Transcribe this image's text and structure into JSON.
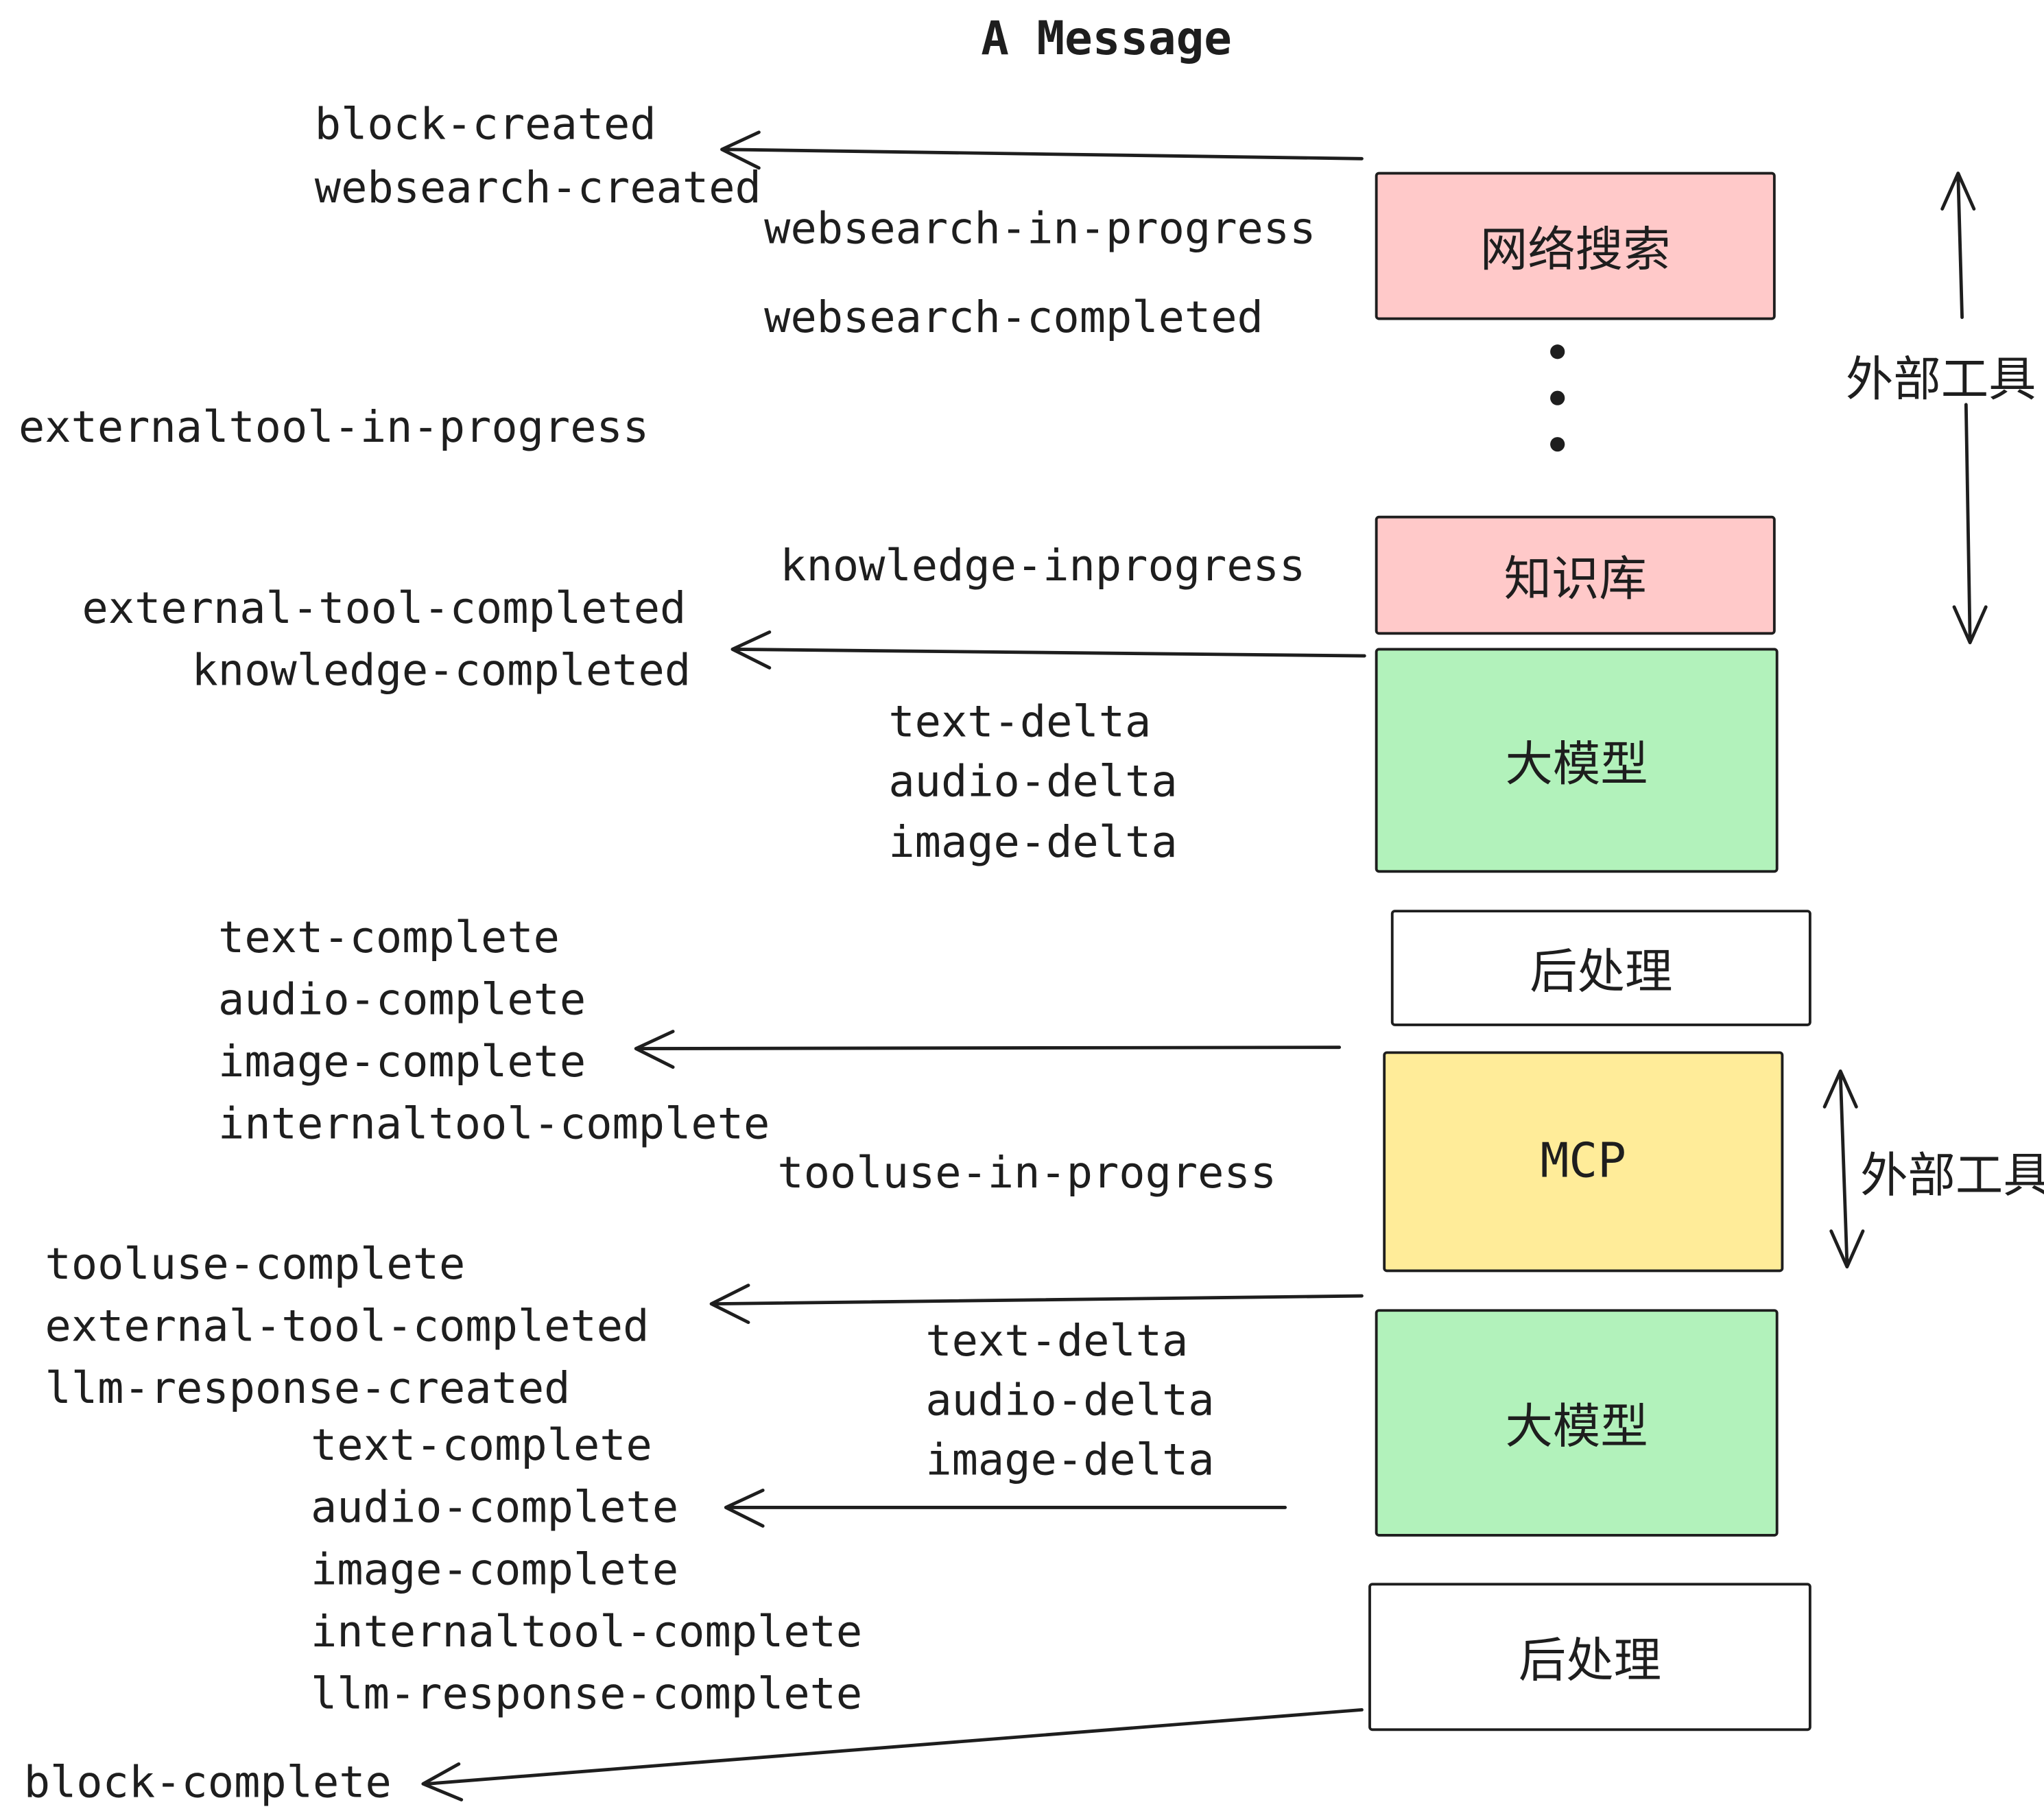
{
  "diagram": {
    "title": "A Message",
    "stroke_color": "#1e1e1e",
    "boxes": {
      "websearch": {
        "label": "网络搜索",
        "color": "#ffc9c9"
      },
      "knowledge": {
        "label": "知识库",
        "color": "#ffc9c9"
      },
      "llm_1": {
        "label": "大模型",
        "color": "#b2f2bb"
      },
      "post_1": {
        "label": "后处理",
        "color": "#ffffff"
      },
      "mcp": {
        "label": "MCP",
        "color": "#ffec99"
      },
      "llm_2": {
        "label": "大模型",
        "color": "#b2f2bb"
      },
      "post_2": {
        "label": "后处理",
        "color": "#ffffff"
      }
    },
    "events": {
      "block_created": "block-created",
      "websearch_created": "websearch-created",
      "websearch_in_progress": "websearch-in-progress",
      "websearch_completed": "websearch-completed",
      "externaltool_in_progress": "externaltool-in-progress",
      "knowledge_inprogress": "knowledge-inprogress",
      "external_tool_completed_1": "external-tool-completed",
      "knowledge_completed": "knowledge-completed",
      "text_delta_1": "text-delta",
      "audio_delta_1": "audio-delta",
      "image_delta_1": "image-delta",
      "text_complete_1": "text-complete",
      "audio_complete_1": "audio-complete",
      "image_complete_1": "image-complete",
      "internaltool_complete_1": "internaltool-complete",
      "tooluse_in_progress": "tooluse-in-progress",
      "tooluse_complete": "tooluse-complete",
      "external_tool_completed_2": "external-tool-completed",
      "llm_response_created": "llm-response-created",
      "text_delta_2": "text-delta",
      "audio_delta_2": "audio-delta",
      "image_delta_2": "image-delta",
      "text_complete_2": "text-complete",
      "audio_complete_2": "audio-complete",
      "image_complete_2": "image-complete",
      "internaltool_complete_2": "internaltool-complete",
      "llm_response_complete": "llm-response-complete",
      "block_complete": "block-complete"
    },
    "side_labels": {
      "external_tools_top": "外部工具",
      "external_tools_mcp": "外部工具"
    }
  }
}
